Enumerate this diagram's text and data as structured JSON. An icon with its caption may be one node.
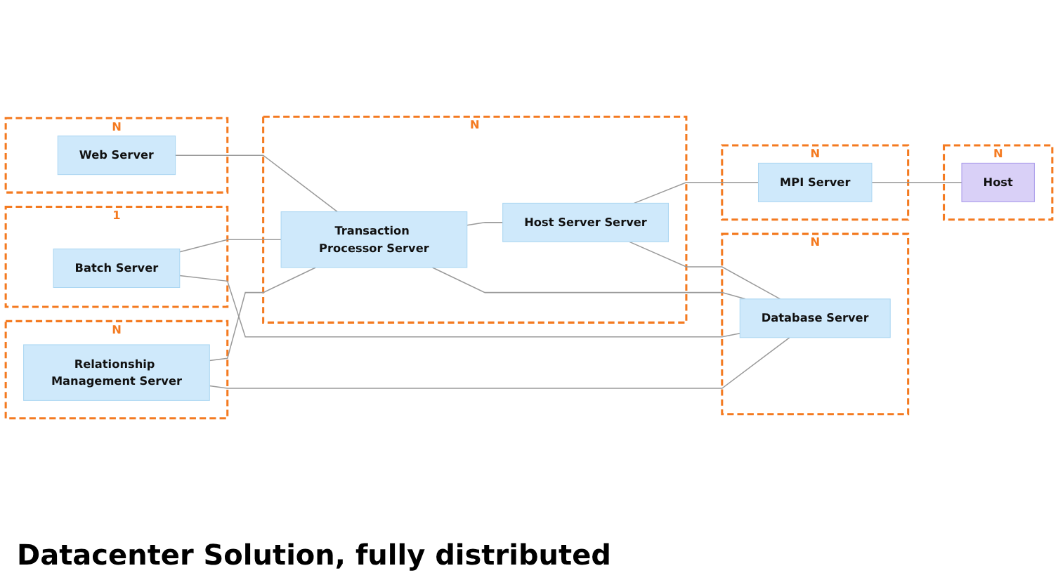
{
  "diagram": {
    "caption": "Datacenter Solution, fully distributed",
    "nodes": [
      {
        "text": [
          "N"
        ]
      },
      {
        "text": [
          "Relationship Management Server"
        ],
        "in": 0
      },
      {
        "text": [
          "1"
        ]
      },
      {
        "text": [
          "Batch Server"
        ],
        "in": 2
      },
      {
        "text": [
          "N"
        ]
      },
      {
        "text": [
          "Web Server"
        ],
        "in": 4
      },
      {
        "text": [
          "N"
        ]
      },
      {
        "text": [
          "Transaction Processor Server"
        ],
        "in": 6
      },
      {
        "text": [
          "Host Server Server"
        ],
        "in": 6
      },
      {
        "text": [
          "N"
        ]
      },
      {
        "text": [
          "Database Server"
        ],
        "in": 9
      },
      {
        "text": [
          "N"
        ]
      },
      {
        "text": [
          "MPI Server"
        ],
        "in": 11
      },
      {
        "text": [
          "N"
        ]
      },
      {
        "text": [
          "Host"
        ],
        "in": 13
      }
    ],
    "edges": [
      {
        "from": 1,
        "to": 7,
        "arrow": "none"
      },
      {
        "from": 1,
        "to": 10,
        "arrow": "none"
      },
      {
        "from": 3,
        "to": 7,
        "arrow": "none"
      },
      {
        "from": 3,
        "to": 10,
        "arrow": "none"
      },
      {
        "from": 5,
        "to": 7,
        "arrow": "none"
      },
      {
        "from": 7,
        "to": 10,
        "arrow": "none"
      },
      {
        "from": 7,
        "to": 8,
        "arrow": "none"
      },
      {
        "from": 8,
        "to": 10,
        "arrow": "none"
      },
      {
        "from": 8,
        "to": 12,
        "arrow": "none"
      },
      {
        "from": 12,
        "to": 14,
        "arrow": "none"
      }
    ]
  }
}
